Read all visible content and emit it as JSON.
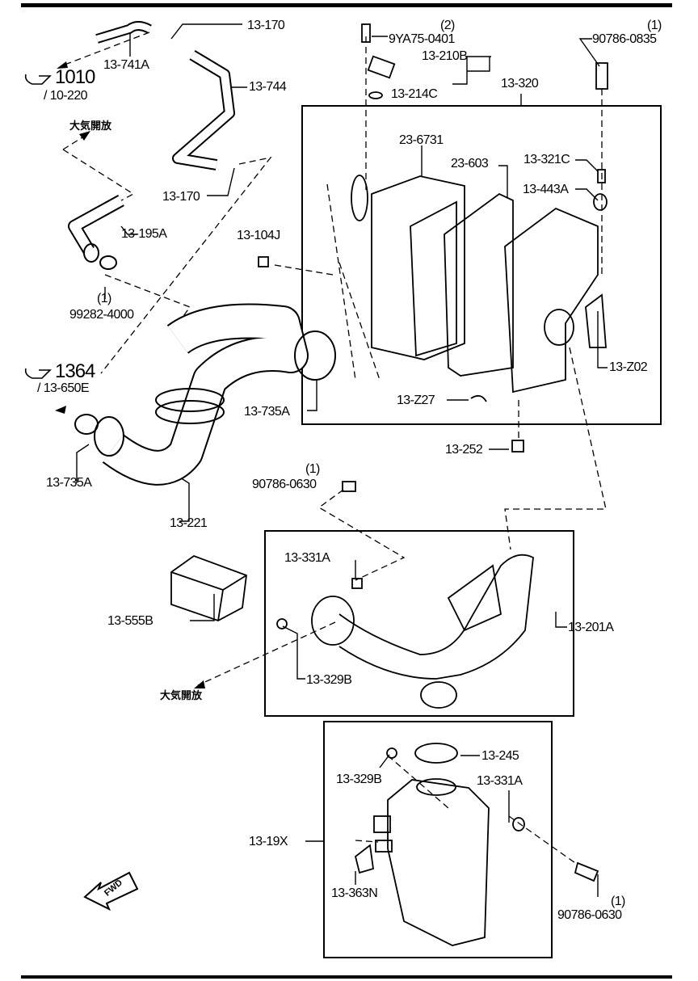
{
  "title": "Air cleaner / intake parts diagram",
  "labels": [
    "13-170",
    "13-741A",
    "1010",
    "/ 10-220",
    "13-744",
    "大気開放",
    "13-170",
    "13-195A",
    "13-104J",
    "(1)",
    "99282-4000",
    "1364",
    "/ 13-650E",
    "13-735A",
    "13-221",
    "(1)",
    "90786-0630",
    "13-735A",
    "13-Z27",
    "13-252",
    "13-Z02",
    "(2)",
    "9YA75-0401",
    "13-210B",
    "13-214C",
    "13-320",
    "(1)",
    "90786-0835",
    "23-6731",
    "23-603",
    "13-321C",
    "13-443A",
    "13-331A",
    "13-555B",
    "13-201A",
    "13-329B",
    "大気開放",
    "13-245",
    "13-329B",
    "13-331A",
    "13-19X",
    "13-363N",
    "(1)",
    "90786-0630"
  ],
  "fwd": "FWD",
  "icons": [
    "pointing-hand-icon",
    "fwd-arrow-icon"
  ]
}
